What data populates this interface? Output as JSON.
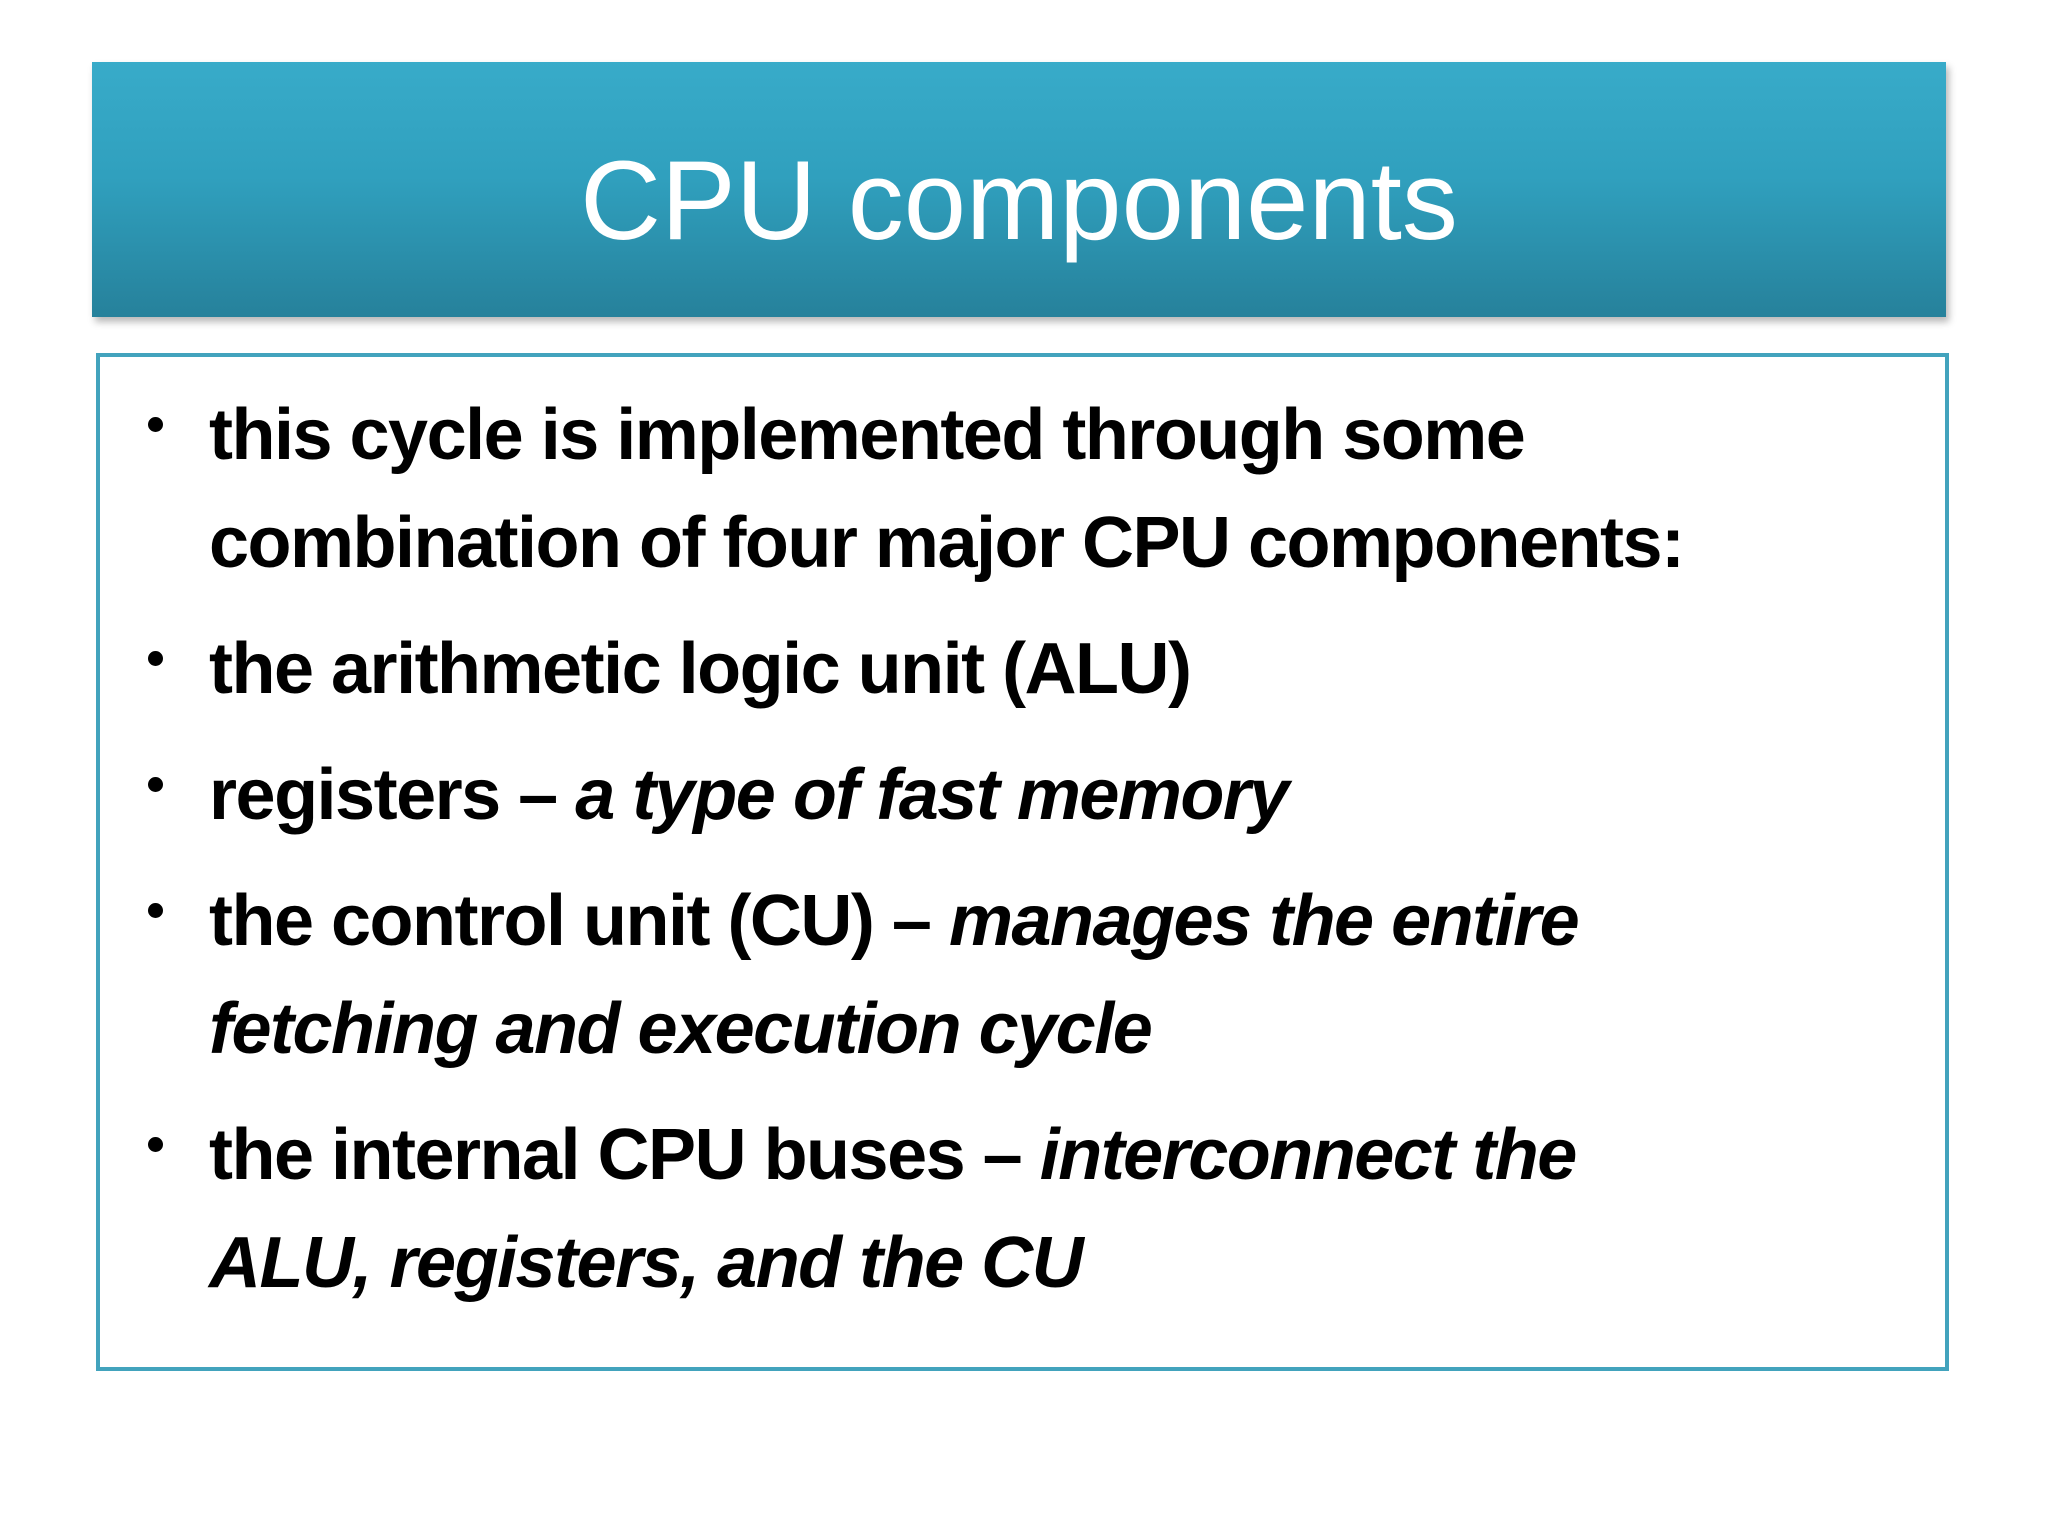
{
  "title": "CPU components",
  "colors": {
    "header_gradient_top": "#38abc9",
    "header_gradient_bottom": "#26819b",
    "box_border": "#42a3bd",
    "title_color": "#ffffff",
    "body_text_color": "#000000",
    "background": "#ffffff"
  },
  "bullets": [
    {
      "lines": [
        [
          {
            "t": "this cycle is implemented through some",
            "i": false
          }
        ],
        [
          {
            "t": "combination of four major CPU components:",
            "i": false
          }
        ]
      ]
    },
    {
      "lines": [
        [
          {
            "t": "the arithmetic logic unit (ALU)",
            "i": false
          }
        ]
      ]
    },
    {
      "lines": [
        [
          {
            "t": "registers – ",
            "i": false
          },
          {
            "t": "a type of fast memory",
            "i": true
          }
        ]
      ]
    },
    {
      "lines": [
        [
          {
            "t": "the control unit (CU) – ",
            "i": false
          },
          {
            "t": "manages the entire",
            "i": true
          }
        ],
        [
          {
            "t": "fetching and execution cycle",
            "i": true
          }
        ]
      ]
    },
    {
      "lines": [
        [
          {
            "t": "the internal CPU buses – ",
            "i": false
          },
          {
            "t": "interconnect the",
            "i": true
          }
        ],
        [
          {
            "t": "ALU, registers, and the CU",
            "i": true
          }
        ]
      ]
    }
  ]
}
